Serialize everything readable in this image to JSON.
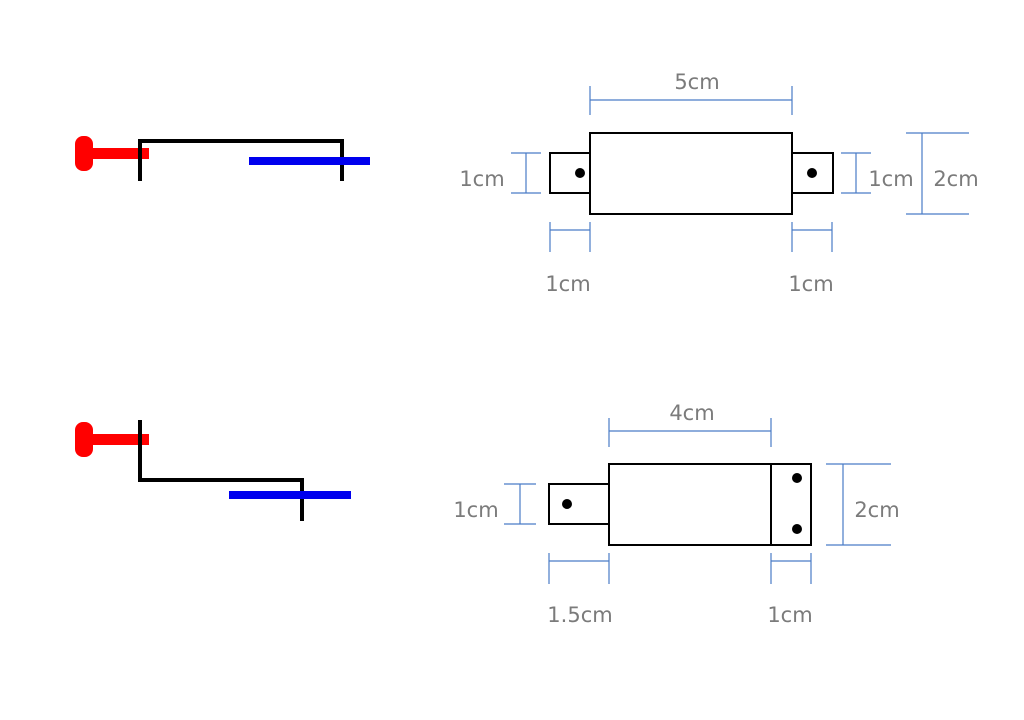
{
  "colors": {
    "background": "#ffffff",
    "outline": "#000000",
    "dimension_line": "#4a7cc6",
    "dimension_text": "#7b7b7b",
    "red_part": "#ff0000",
    "blue_part": "#0000ee"
  },
  "top_part": {
    "body_width": "5cm",
    "left_tab_height": "1cm",
    "right_tab_height": "1cm",
    "body_height": "2cm",
    "left_tab_width": "1cm",
    "right_tab_width": "1cm"
  },
  "bottom_part": {
    "body_width": "4cm",
    "tab_height": "1cm",
    "body_height": "2cm",
    "tab_width": "1.5cm",
    "end_width": "1cm"
  }
}
